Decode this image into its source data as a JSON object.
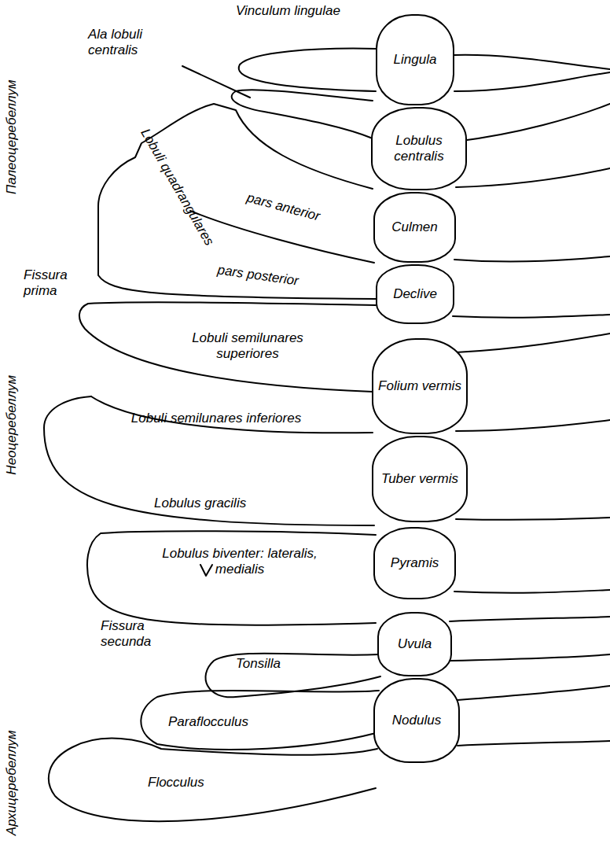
{
  "diagram": {
    "nodes": [
      {
        "text": [
          "Lingula"
        ]
      },
      {
        "text": [
          "Lobulus centralis"
        ]
      },
      {
        "text": [
          "Culmen"
        ]
      },
      {
        "text": [
          "Declive"
        ]
      },
      {
        "text": [
          "Folium vermis"
        ]
      },
      {
        "text": [
          "Tuber vermis"
        ]
      },
      {
        "text": [
          "Pyramis"
        ]
      },
      {
        "text": [
          "Uvula"
        ]
      },
      {
        "text": [
          "Nodulus"
        ]
      }
    ],
    "labels": [
      "Vinculum lingulae",
      "Ala lobuli centralis",
      "Палеоцеребеллум",
      "Lobuli quadrangulares",
      "pars anterior",
      "pars posterior",
      "Fissura prima",
      "Lobuli semilunares superiores",
      "Неоцеребеллум",
      "Lobuli semilunares inferiores",
      "Lobulus gracilis",
      "Lobulus biventer: lateralis, medialis",
      "Fissura secunda",
      "Tonsilla",
      "Paraflocculus",
      "Flocculus",
      "Архицеребеллум"
    ]
  }
}
